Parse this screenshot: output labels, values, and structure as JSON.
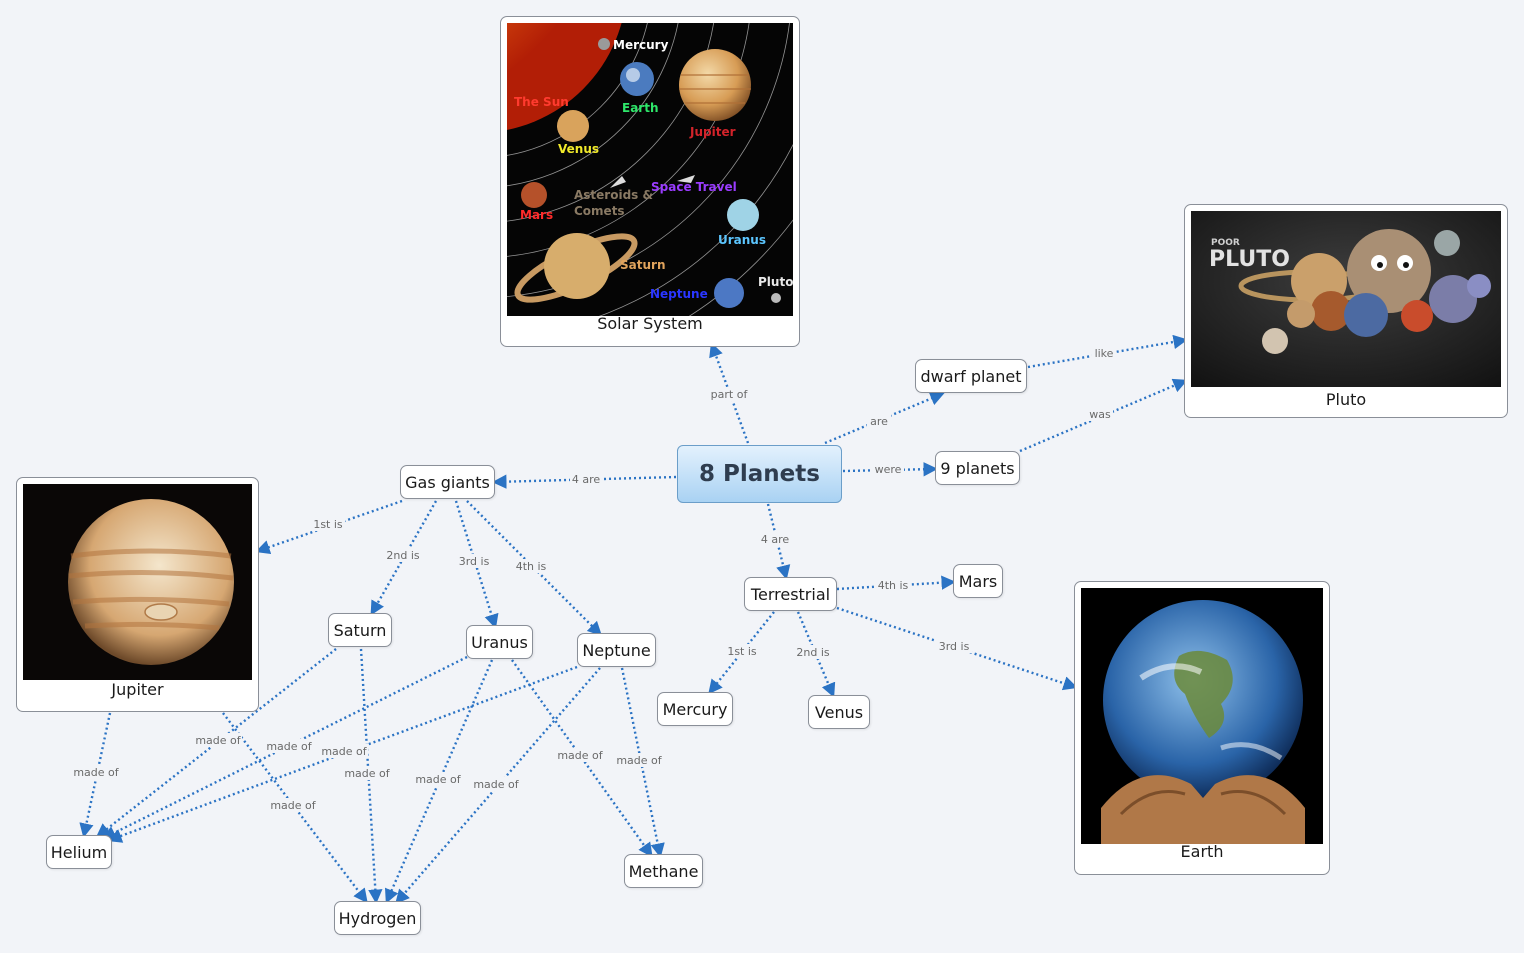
{
  "central": {
    "label": "8 Planets"
  },
  "nodes": {
    "gas_giants": "Gas giants",
    "terrestrial": "Terrestrial",
    "dwarf_planet": "dwarf planet",
    "nine_planets": "9 planets",
    "saturn": "Saturn",
    "uranus": "Uranus",
    "neptune": "Neptune",
    "mars": "Mars",
    "mercury": "Mercury",
    "venus": "Venus",
    "helium": "Helium",
    "hydrogen": "Hydrogen",
    "methane": "Methane"
  },
  "image_cards": {
    "solar_system": {
      "caption": "Solar System"
    },
    "pluto": {
      "caption": "Pluto"
    },
    "jupiter": {
      "caption": "Jupiter"
    },
    "earth": {
      "caption": "Earth"
    }
  },
  "solar_system_labels": {
    "mercury": "Mercury",
    "sun": "The Sun",
    "earth": "Earth",
    "jupiter": "Jupiter",
    "venus": "Venus",
    "asteroids_1": "Asteroids &",
    "asteroids_2": "Comets",
    "space_travel": "Space Travel",
    "mars": "Mars",
    "uranus": "Uranus",
    "saturn": "Saturn",
    "neptune": "Neptune",
    "pluto": "Pluto"
  },
  "pluto_image_text": {
    "line1": "POOR",
    "line2": "PLUTO"
  },
  "edge_labels": {
    "part_of": "part of",
    "are": "are",
    "like": "like",
    "was": "was",
    "were": "were",
    "four_are_gas": "4 are",
    "four_are_terr": "4 are",
    "first_is_jupiter": "1st is",
    "second_is_saturn": "2nd is",
    "third_is_uranus": "3rd is",
    "fourth_is_neptune": "4th is",
    "fourth_is_mars": "4th is",
    "first_is_mercury": "1st is",
    "second_is_venus": "2nd is",
    "third_is_earth": "3rd is",
    "made_of": "made of"
  },
  "colors": {
    "edge": "#2b73c4",
    "central_top": "#e3f1fd",
    "central_bottom": "#a9d2f3",
    "background": "#f2f4f8"
  }
}
